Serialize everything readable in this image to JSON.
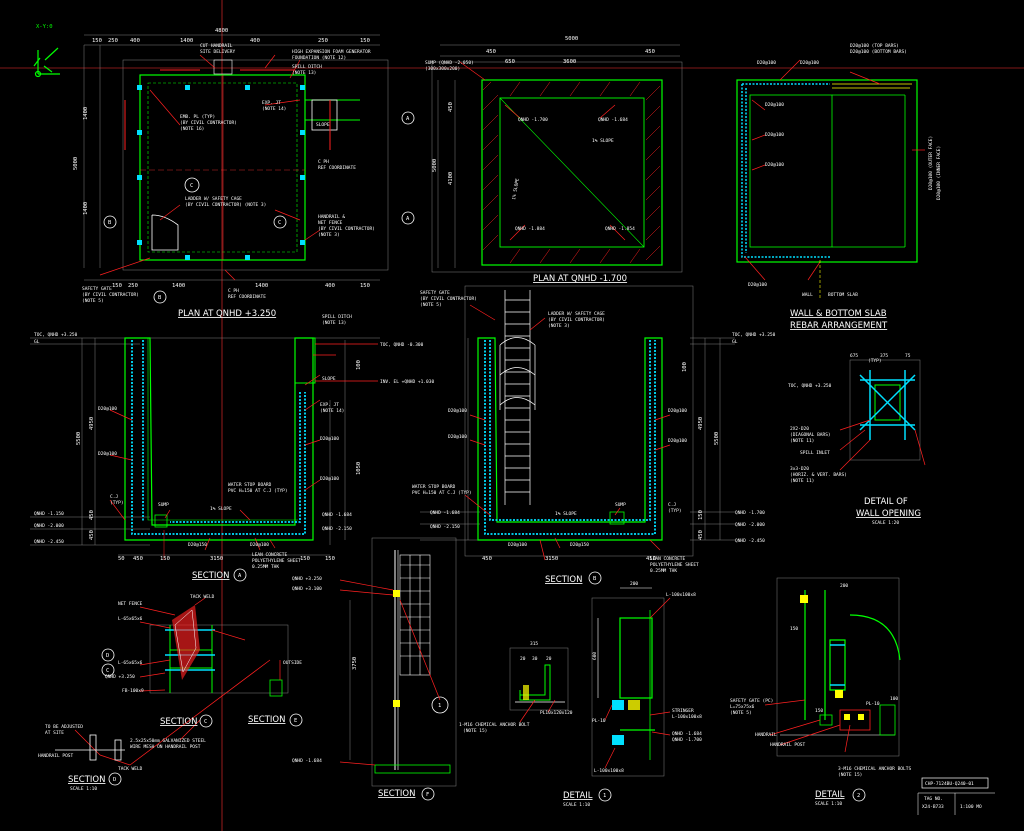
{
  "colors": {
    "background": "#000000",
    "concrete": "#00ff00",
    "rebar": "#00e0ff",
    "dimension": "#ffffff",
    "leader": "#ff2020",
    "hidden": "#ffff00",
    "grid": "#808080"
  },
  "icons": [
    "ucs-axis-icon",
    "section-marker-icon",
    "detail-marker-icon"
  ],
  "titles": {
    "plan_top": "PLAN AT QNHD +3.250",
    "plan_bottom": "PLAN AT QNHD -1.700",
    "rebar": "WALL & BOTTOM SLAB",
    "rebar2": "REBAR ARRANGEMENT",
    "section_a": "SECTION",
    "section_b": "SECTION",
    "section_c": "SECTION",
    "section_e": "SECTION",
    "section_f": "SECTION",
    "detail_wall": "DETAIL OF",
    "detail_wall2": "WALL OPENING",
    "detail_1": "DETAIL",
    "detail_2": "DETAIL",
    "section_d": "SECTION"
  },
  "markers": {
    "a": "A",
    "b": "B",
    "c": "C",
    "d": "D",
    "e": "E",
    "f": "F",
    "one": "1",
    "two": "2"
  },
  "scales": {
    "detail_wall": "SCALE 1:20",
    "section_d": "SCALE 1:10",
    "detail_1": "SCALE 1:10",
    "detail_2": "SCALE 1:10"
  },
  "plan_top": {
    "dims_top": [
      "150",
      "250",
      "400",
      "1400",
      "400",
      "250",
      "150"
    ],
    "dim_overall": "4800",
    "dims_left": [
      "1400",
      "1400",
      "5000"
    ],
    "dims_bottom": [
      "150",
      "250",
      "1400",
      "1400",
      "400",
      "150"
    ],
    "notes": [
      "CUT HANDRAIL",
      "SITE DELIVERY",
      "HIGH EXPANSION FOAM GENERATOR",
      "FOUNDATION (NOTE 12)",
      "SPILL DITCH",
      "(NOTE 13)",
      "EXP. JT",
      "(NOTE 14)",
      "EMB. PL (TYP)",
      "(BY CIVIL CONTRACTOR)",
      "(NOTE 16)",
      "SLOPE",
      "C PH",
      "REF COORDINATE",
      "LADDER W/ SAFETY CAGE",
      "(BY CIVIL CONTRACTOR) (NOTE 3)",
      "HANDRAIL &",
      "NET FENCE",
      "(BY CIVIL CONTRACTOR)",
      "(NOTE 3)",
      "SAFETY GATE",
      "(BY CIVIL CONTRACTOR)",
      "(NOTE 5)",
      "C PH",
      "REF COORDINATE"
    ]
  },
  "plan_bottom": {
    "dims_top": [
      "450",
      "650",
      "3600",
      "450"
    ],
    "dim_overall": "5000",
    "dims_left": [
      "450",
      "4100",
      "5000"
    ],
    "notes": [
      "SUMP (QNHD -2.050)",
      "(300x300x200)",
      "QNHD -1.700",
      "QNHD -1.684",
      "1% SLOPE",
      "1% SLOPE",
      "QNHD -1.884",
      "QNHD -1.854"
    ]
  },
  "rebar": {
    "notes": [
      "D20@100 (TOP BARS)",
      "D20@100 (BOTTOM BARS)",
      "D20@100",
      "D20@100",
      "D20@100",
      "D20@100",
      "D20@100",
      "D20@100 (OUTER FACE)",
      "D20@100 (INNER FACE)",
      "D20@100",
      "WALL",
      "BOTTOM SLAB"
    ]
  },
  "section_a": {
    "levels": [
      "TOC, QNHD +3.250",
      "GL",
      "QNHD -1.150",
      "QNHD -2.000",
      "QNHD -2.450"
    ],
    "right_levels": [
      "TOC, QNHD -0.300",
      "INV. EL +QNHD +1.030",
      "QNHD -1.684",
      "QNHD -2.150"
    ],
    "notes": [
      "SPILL DITCH",
      "(NOTE 13)",
      "SLOPE",
      "EXP. JT",
      "(NOTE 14)",
      "D20@100",
      "D20@100",
      "D20@100",
      "D20@100",
      "C.J",
      "(TYP)",
      "SUMP",
      "1% SLOPE",
      "WATER STOP BOARD",
      "PVC H=150 AT C.J (TYP)",
      "D20@150",
      "D20@100",
      "LEAN CONCRETE",
      "POLYETHYLENE SHEET",
      "0.25MM THK"
    ],
    "dims": [
      "5500",
      "4950",
      "100",
      "450",
      "450",
      "3150",
      "450",
      "50",
      "150",
      "150",
      "1050",
      "150"
    ]
  },
  "section_b": {
    "levels": [
      "TOC, QNHD +3.250",
      "GL",
      "QNHD -1.700",
      "QNHD -2.000",
      "QNHD -2.450"
    ],
    "left_levels": [
      "QNHD -1.684",
      "QNHD -2.150"
    ],
    "notes": [
      "SAFETY GATE",
      "(BY CIVIL CONTRACTOR)",
      "(NOTE 5)",
      "LADDER W/ SAFETY CAGE",
      "(BY CIVIL CONTRACTOR)",
      "(NOTE 3)",
      "D20@100",
      "D20@100",
      "D20@100",
      "D20@100",
      "WATER STOP BOARD",
      "PVC H=150 AT C.J (TYP)",
      "1% SLOPE",
      "SUMP",
      "D20@100",
      "D20@150",
      "C.J",
      "(TYP)",
      "LEAN CONCRETE",
      "POLYETHYLENE SHEET",
      "0.25MM THK"
    ],
    "dims": [
      "5500",
      "4950",
      "450",
      "3150",
      "450",
      "450",
      "150",
      "100"
    ]
  },
  "detail_wall": {
    "notes": [
      "TOC, QNHD +3.250",
      "2X2-D20",
      "(DIAGONAL BARS)",
      "(NOTE 11)",
      "SPILL INLET",
      "3x3-D20",
      "(HORIZ. & VERT. BARS)",
      "(NOTE 11)"
    ],
    "dims": [
      "675",
      "375",
      "75",
      "(TYP)"
    ]
  },
  "section_c": {
    "notes": [
      "NET FENCE",
      "TACK WELD",
      "L-65x65x6",
      "L-65x65x6",
      "QNHD +3.250",
      "FB-100x9",
      "OUTSIDE",
      "TO BE ADJUSTED",
      "AT SITE",
      "HANDRAIL POST",
      "2.5x25x50mm GALVANIZED STEEL",
      "WIRE MESH ON HANDRAIL POST",
      "TACK WELD"
    ]
  },
  "section_f": {
    "levels": [
      "QNHD +3.250",
      "QNHD +3.100",
      "QNHD -1.684"
    ],
    "dims": [
      "3750"
    ]
  },
  "detail_1": {
    "notes": [
      "1-M16 CHEMICAL ANCHOR BOLT",
      "(NOTE 15)",
      "PL10x120x120",
      "L-100x100x8",
      "STRINGER",
      "L-100x100x8",
      "QNHD -1.684",
      "QNHD -1.700",
      "PL-10",
      "L-100x100x8"
    ],
    "dims": [
      "315",
      "20",
      "30",
      "20",
      "200",
      "600"
    ]
  },
  "detail_2": {
    "notes": [
      "SAFETY GATE (PC)",
      "L=75x75x6",
      "(NOTE 5)",
      "HANDRAIL",
      "HANDRAIL POST",
      "PL-10",
      "3-M16 CHEMICAL ANCHOR BOLTS",
      "(NOTE 15)"
    ],
    "dims": [
      "200",
      "150",
      "100",
      "150"
    ]
  },
  "title_block": {
    "drawing_no": "CHP-7124BU-Q240-01",
    "tag_label": "TAG NO.",
    "tag": "X24-B733",
    "scale": "1:100 MO"
  },
  "ucs": {
    "label": "X-Y:0"
  }
}
